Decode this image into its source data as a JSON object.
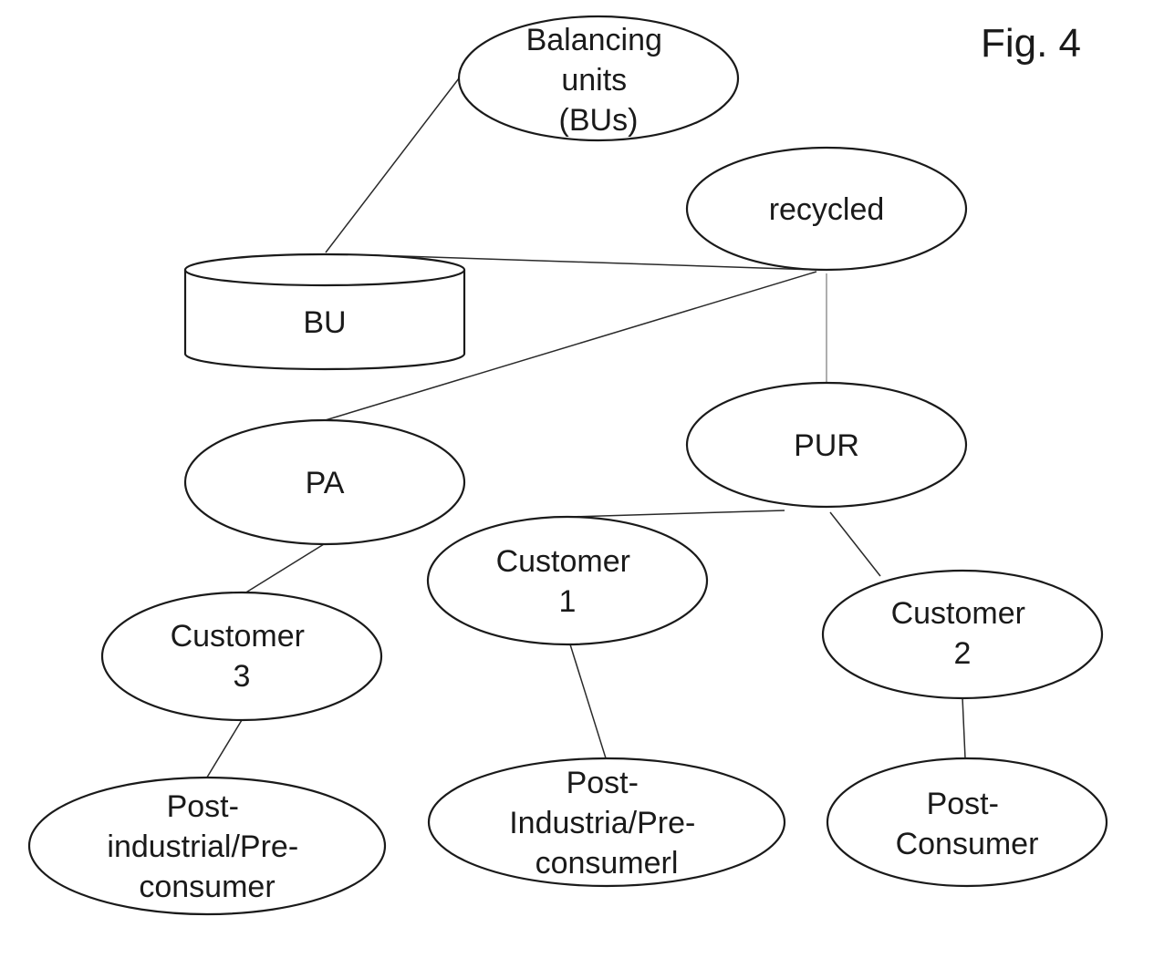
{
  "figure": {
    "label": "Fig. 4"
  },
  "nodes": {
    "balancing_units": {
      "lines": [
        "Balancing",
        "units",
        "(BUs)"
      ]
    },
    "recycled": {
      "lines": [
        "recycled"
      ]
    },
    "bu": {
      "lines": [
        "BU"
      ]
    },
    "pa": {
      "lines": [
        "PA"
      ]
    },
    "pur": {
      "lines": [
        "PUR"
      ]
    },
    "customer_1": {
      "lines": [
        "Customer",
        "1"
      ]
    },
    "customer_2": {
      "lines": [
        "Customer",
        "2"
      ]
    },
    "customer_3": {
      "lines": [
        "Customer",
        "3"
      ]
    },
    "post_industrial_customer_3": {
      "lines": [
        "Post-",
        "industrial/Pre-",
        "consumer"
      ]
    },
    "post_industrial_customer_1": {
      "lines": [
        "Post-",
        "Industria/Pre-",
        "consumerl"
      ]
    },
    "post_consumer": {
      "lines": [
        "Post-",
        "Consumer"
      ]
    }
  }
}
